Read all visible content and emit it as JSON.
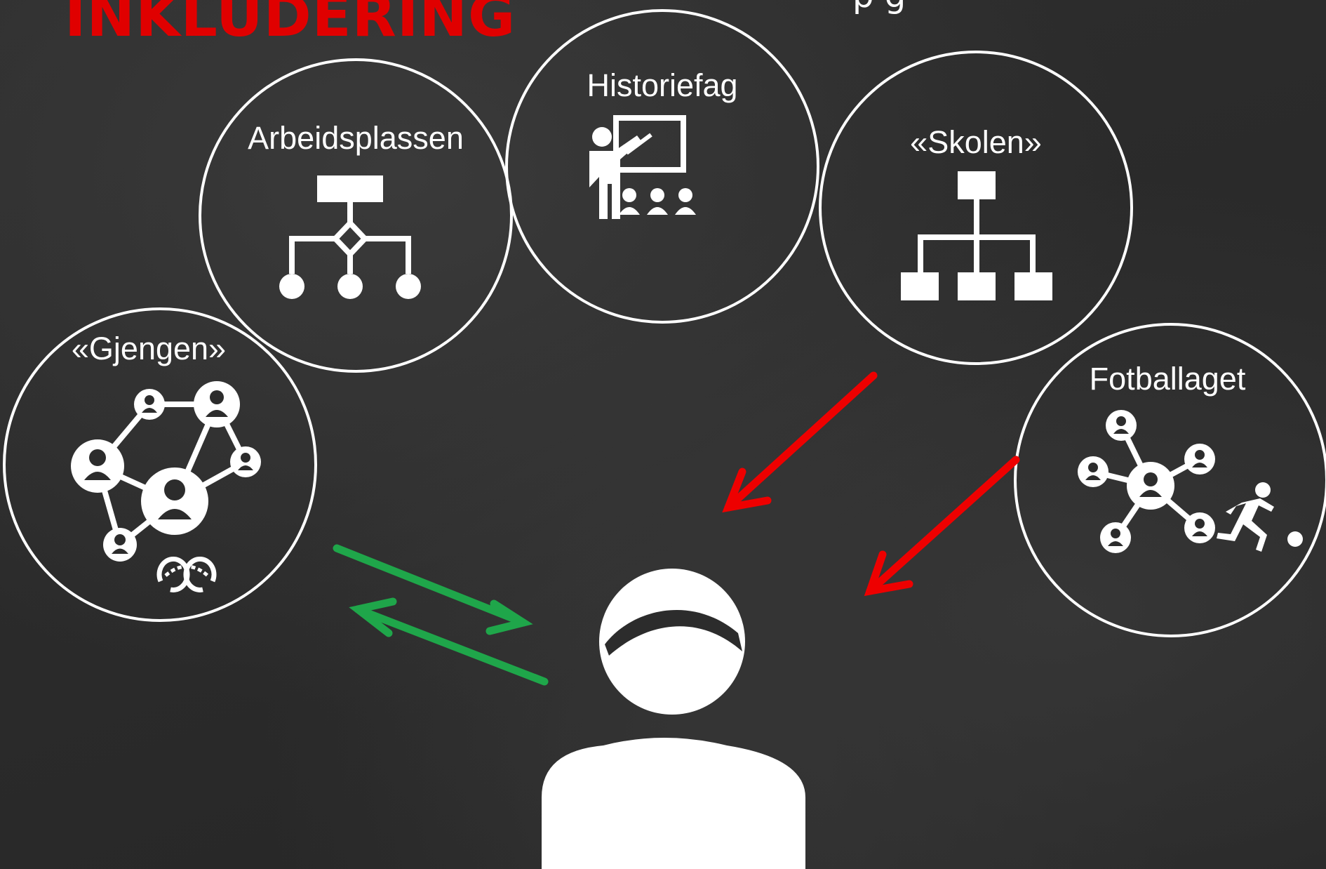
{
  "title": "INKLUDERING",
  "top_snippet": "p        g",
  "circles": {
    "historiefag": "Historiefag",
    "arbeidsplassen": "Arbeidsplassen",
    "skolen": "«Skolen»",
    "gjengen": "«Gjengen»",
    "fotballaget": "Fotballaget"
  },
  "colors": {
    "board": "#2c2c2c",
    "title": "#e00000",
    "red_arrow": "#ee0000",
    "green_arrow": "#1fa64a",
    "chalk": "#ffffff"
  },
  "icons": {
    "historiefag": "teacher-presentation-icon",
    "arbeidsplassen": "org-chart-decision-icon",
    "skolen": "hierarchy-icon",
    "gjengen": "network-people-icon",
    "gjengen_extra": "handcuffs-icon",
    "fotballaget": "network-people-icon",
    "fotballaget_extra": "runner-ball-icon",
    "center": "person-icon"
  }
}
